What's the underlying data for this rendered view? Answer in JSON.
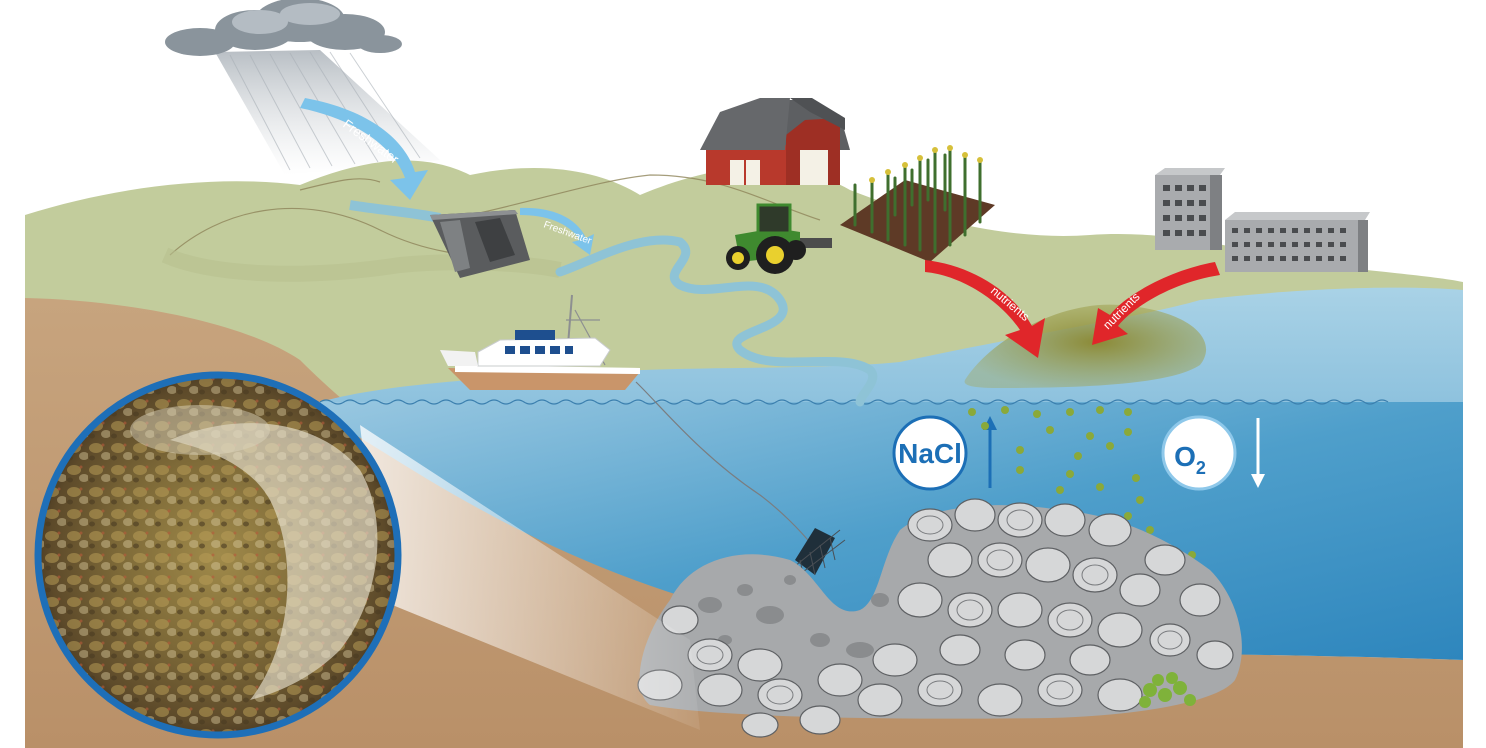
{
  "labels": {
    "freshwater_1": "Freshwater",
    "freshwater_2": "Freshwater",
    "nutrients_1": "nutrients",
    "nutrients_2": "nutrients",
    "nacl": "NaCl",
    "o2_main": "O",
    "o2_sub": "2"
  },
  "colors": {
    "sky": "#ffffff",
    "land": "#c3cd9e",
    "water": "#4b9bc6",
    "water_deep": "#2c7fb8",
    "sediment": "#c9a582",
    "nutrient_arrow": "#e0262a",
    "freshwater_arrow": "#7cc3ea",
    "chem_accent": "#1c6fb6",
    "algae": "#8aa93a"
  },
  "icons": [
    "rain-cloud-icon",
    "barn-icon",
    "tractor-icon",
    "corn-field-icon",
    "city-buildings-icon",
    "dam-icon",
    "boat-icon",
    "dredge-icon",
    "oyster-reef-icon",
    "oyster-closeup-photo"
  ]
}
